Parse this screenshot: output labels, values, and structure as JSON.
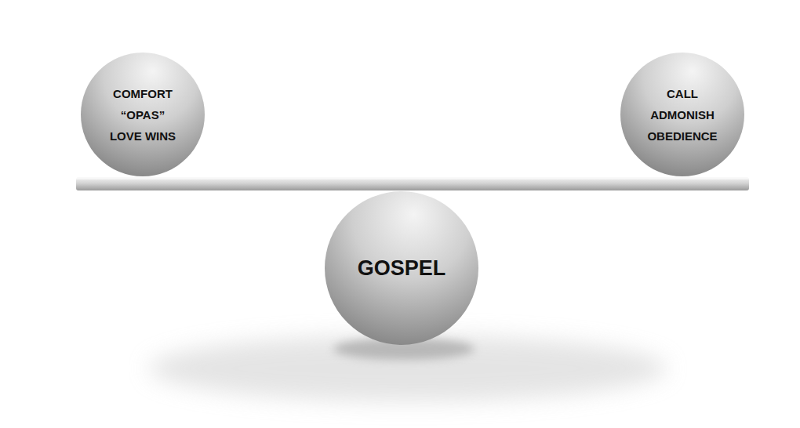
{
  "diagram": {
    "nodes": [
      {
        "text": [
          "COMFORT",
          "“OPAS”",
          "LOVE WINS"
        ]
      },
      {
        "text": [
          "CALL",
          "ADMONISH",
          "OBEDIENCE"
        ]
      },
      {
        "text": [
          "GOSPEL"
        ]
      }
    ]
  }
}
